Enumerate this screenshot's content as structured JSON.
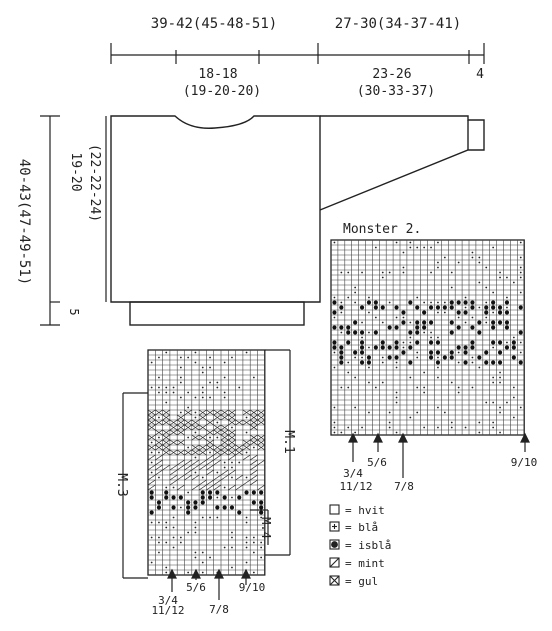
{
  "dims": {
    "top_left": "39-42(45-48-51)",
    "top_right": "27-30(34-37-41)",
    "mid_left_1": "18-18",
    "mid_left_2": "(19-20-20)",
    "mid_right_1": "23-26",
    "mid_right_2": "(30-33-37)",
    "cuff": "4",
    "height_total": "40-43(47-49-51)",
    "height_upper_1": "19-20",
    "height_upper_2": "(22-22-24)",
    "hem": "5"
  },
  "charts": {
    "m1": "M.1",
    "m3": "M.3",
    "m4": "M.4",
    "monster2_title": "Monster 2."
  },
  "left_chart_labels": {
    "a": "3/4",
    "b": "5/6",
    "c": "11/12",
    "d": "7/8",
    "e": "9/10"
  },
  "right_chart_labels": {
    "a": "3/4",
    "b": "5/6",
    "c": "11/12",
    "d": "7/8",
    "e": "9/10"
  },
  "legend": [
    {
      "symbol": "empty",
      "label": "= hvit"
    },
    {
      "symbol": "plus",
      "label": "= blå"
    },
    {
      "symbol": "filled",
      "label": "= isblå"
    },
    {
      "symbol": "diag",
      "label": "= mint"
    },
    {
      "symbol": "cross",
      "label": "= gul"
    }
  ],
  "colors": {
    "ink": "#222222",
    "paper": "#ffffff"
  }
}
